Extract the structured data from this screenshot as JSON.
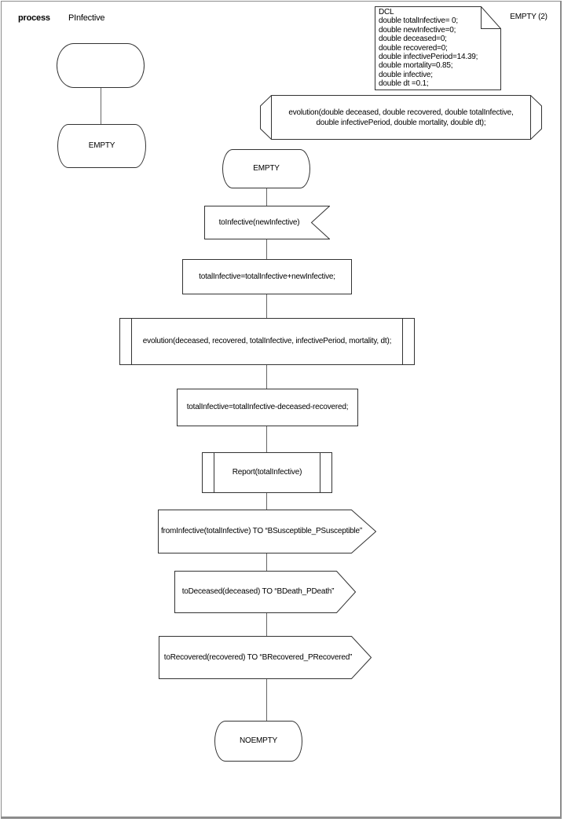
{
  "header": {
    "kind_label": "process",
    "process_name": "PInfective",
    "page_label": "EMPTY (2)"
  },
  "dcl": {
    "lines": [
      "DCL",
      "double totalInfective= 0;",
      "double newInfective=0;",
      "double deceased=0;",
      "double recovered=0;",
      "double infectivePeriod=14.39;",
      "double mortality=0.85;",
      "double infective;",
      "double dt =0.1;"
    ]
  },
  "procedure_decl": {
    "line1": "evolution(double deceased, double recovered, double totalInfective,",
    "line2": "double infectivePeriod, double mortality, double dt);"
  },
  "left_branch": {
    "state_label": "EMPTY"
  },
  "main_flow": {
    "initial_state": "EMPTY",
    "input_signal": "toInfective(newInfective)",
    "task_add": "totalInfective=totalInfective+newInfective;",
    "call_evolution": "evolution(deceased, recovered, totalInfective, infectivePeriod, mortality, dt);",
    "task_subtract": "totalInfective=totalInfective-deceased-recovered;",
    "call_report": "Report(totalInfective)",
    "output_susceptible": "fromInfective(totalInfective) TO “BSusceptible_PSusceptible”",
    "output_death": "toDeceased(deceased) TO “BDeath_PDeath”",
    "output_recovered": "toRecovered(recovered) TO “BRecovered_PRecovered”",
    "next_state": "NOEMPTY"
  },
  "colors": {
    "shape_stroke": "#333333",
    "connector": "#666666",
    "page_border": "#8c8c8c",
    "background": "#ffffff"
  }
}
